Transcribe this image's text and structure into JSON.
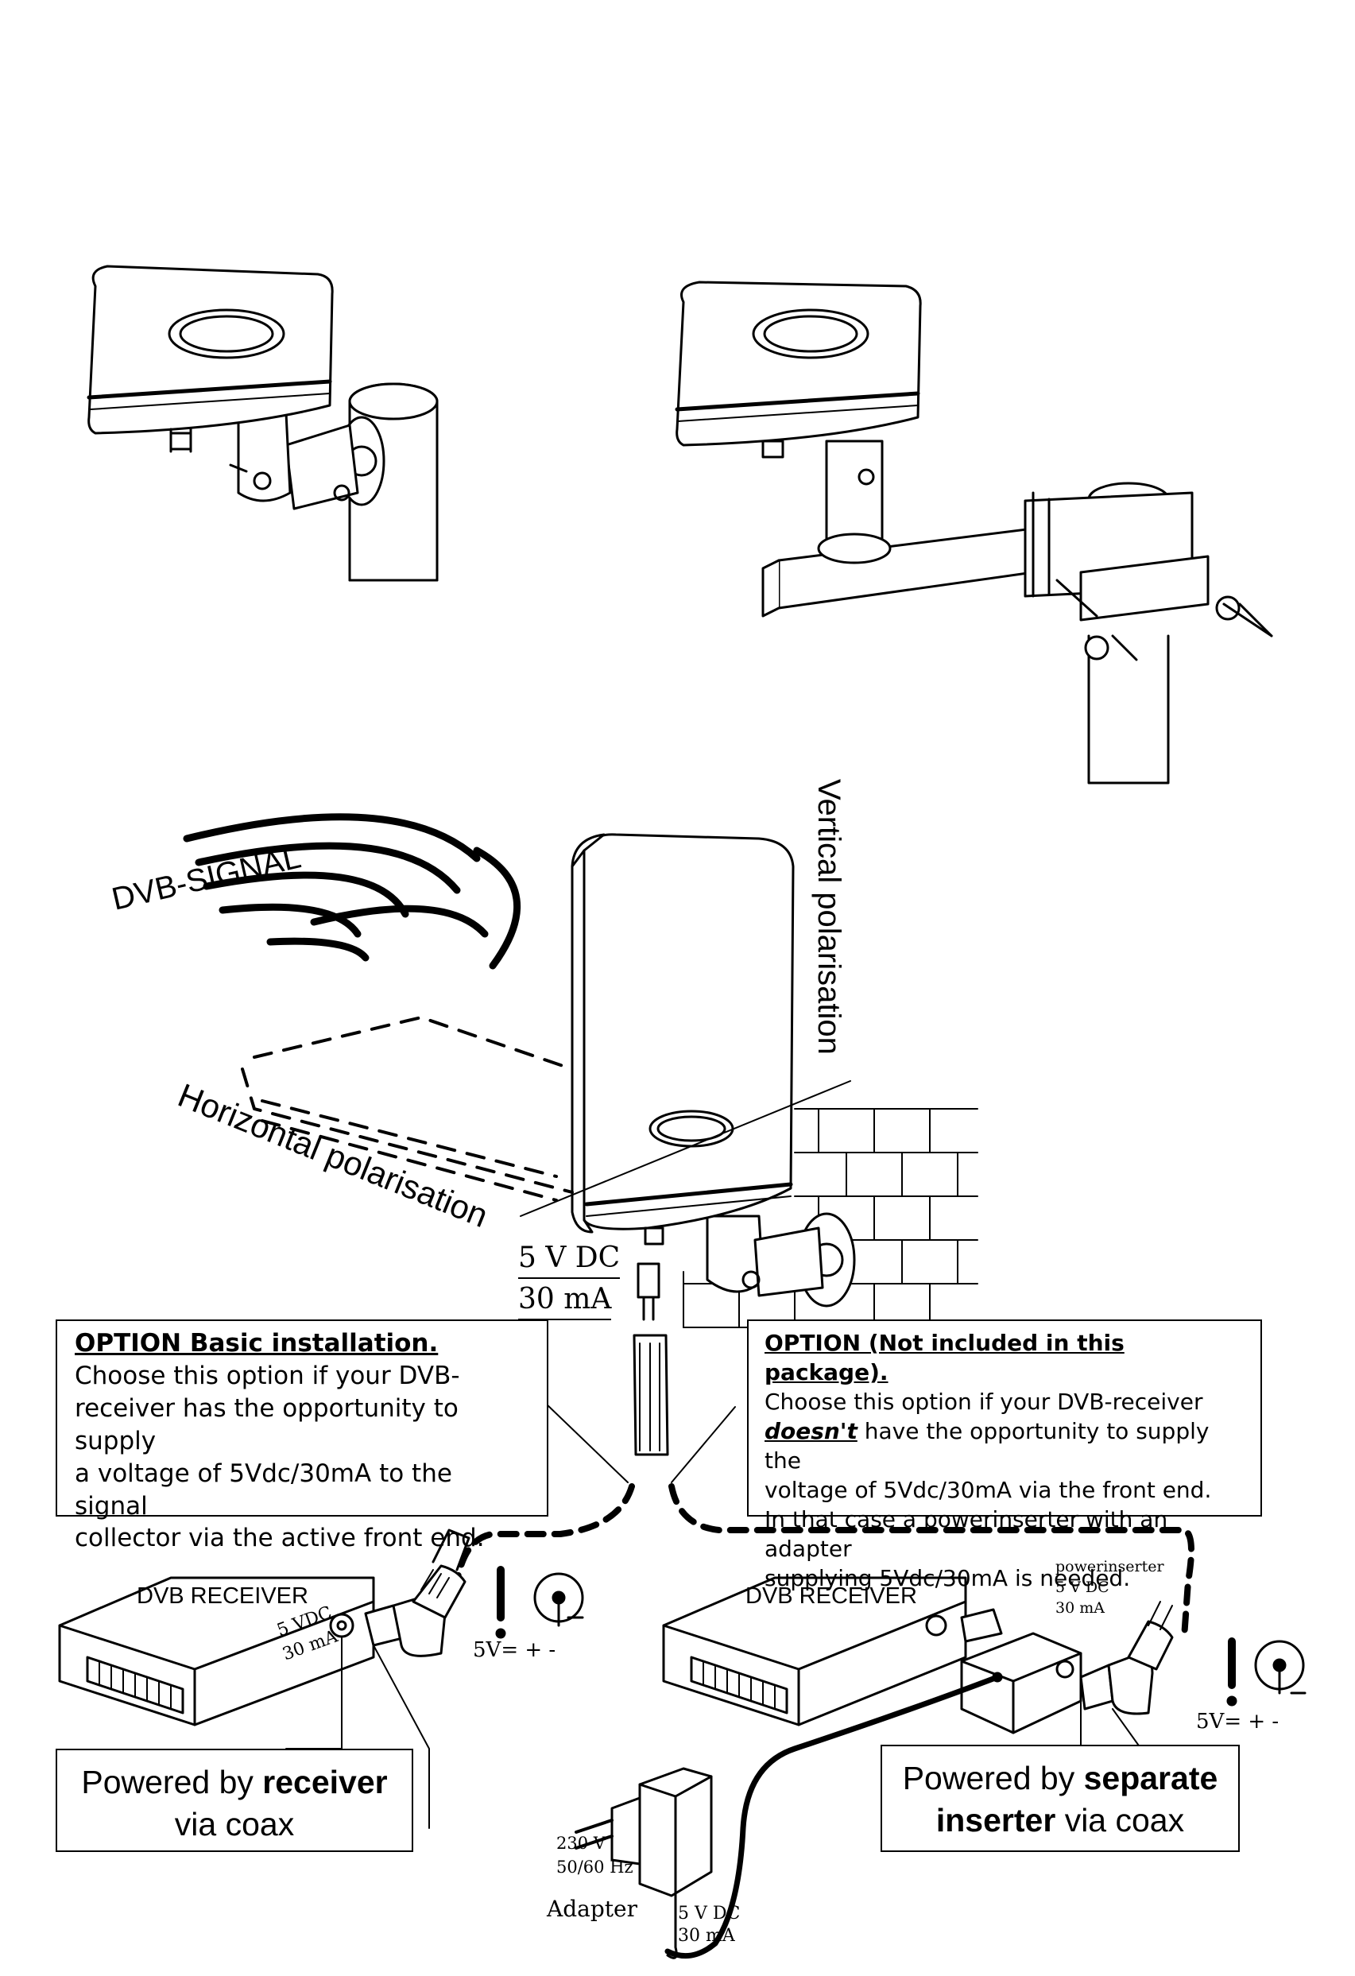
{
  "labels": {
    "dvb_signal": "DVB-SIGNAL",
    "vertical": "Vertical polarisation",
    "horizontal": "Horizontal polarisation",
    "antenna_voltage": "5 V DC",
    "antenna_current": "30 mA",
    "receiver_left": "DVB RECEIVER",
    "receiver_left_vdc": "5 VDC",
    "receiver_left_ma": "30 mA",
    "receiver_right": "DVB RECEIVER",
    "inserter_title": "powerinserter",
    "inserter_vdc": "5 V DC",
    "inserter_ma": "30 mA",
    "polarity_left": "5V= + -",
    "polarity_right": "5V= + -",
    "adapter_voltage": "230 V",
    "adapter_freq": "50/60 Hz",
    "adapter": "Adapter",
    "adapter_out_vdc": "5 V DC",
    "adapter_out_ma": "30 mA"
  },
  "option_basic": {
    "heading": "OPTION Basic installation.",
    "lines": [
      "Choose this option if your DVB-",
      "receiver has the opportunity to supply",
      "a voltage of 5Vdc/30mA to the signal",
      "collector via the active front end."
    ]
  },
  "option_separate": {
    "heading": "OPTION (Not included in this package).",
    "line1_before": "Choose this option if your DVB-receiver",
    "line2_emph": "doesn't",
    "line2_after": " have the opportunity to supply the",
    "line3": "voltage of 5Vdc/30mA via the front end.",
    "line4": "In that case a powerinserter with an adapter",
    "line5": "supplying 5Vdc/30mA is needed."
  },
  "powered_receiver": {
    "prefix": "Powered by ",
    "strong": "receiver",
    "line2": "via coax"
  },
  "powered_inserter": {
    "prefix": "Powered by ",
    "strong1": "separate",
    "strong2": "inserter",
    "suffix": " via coax"
  }
}
